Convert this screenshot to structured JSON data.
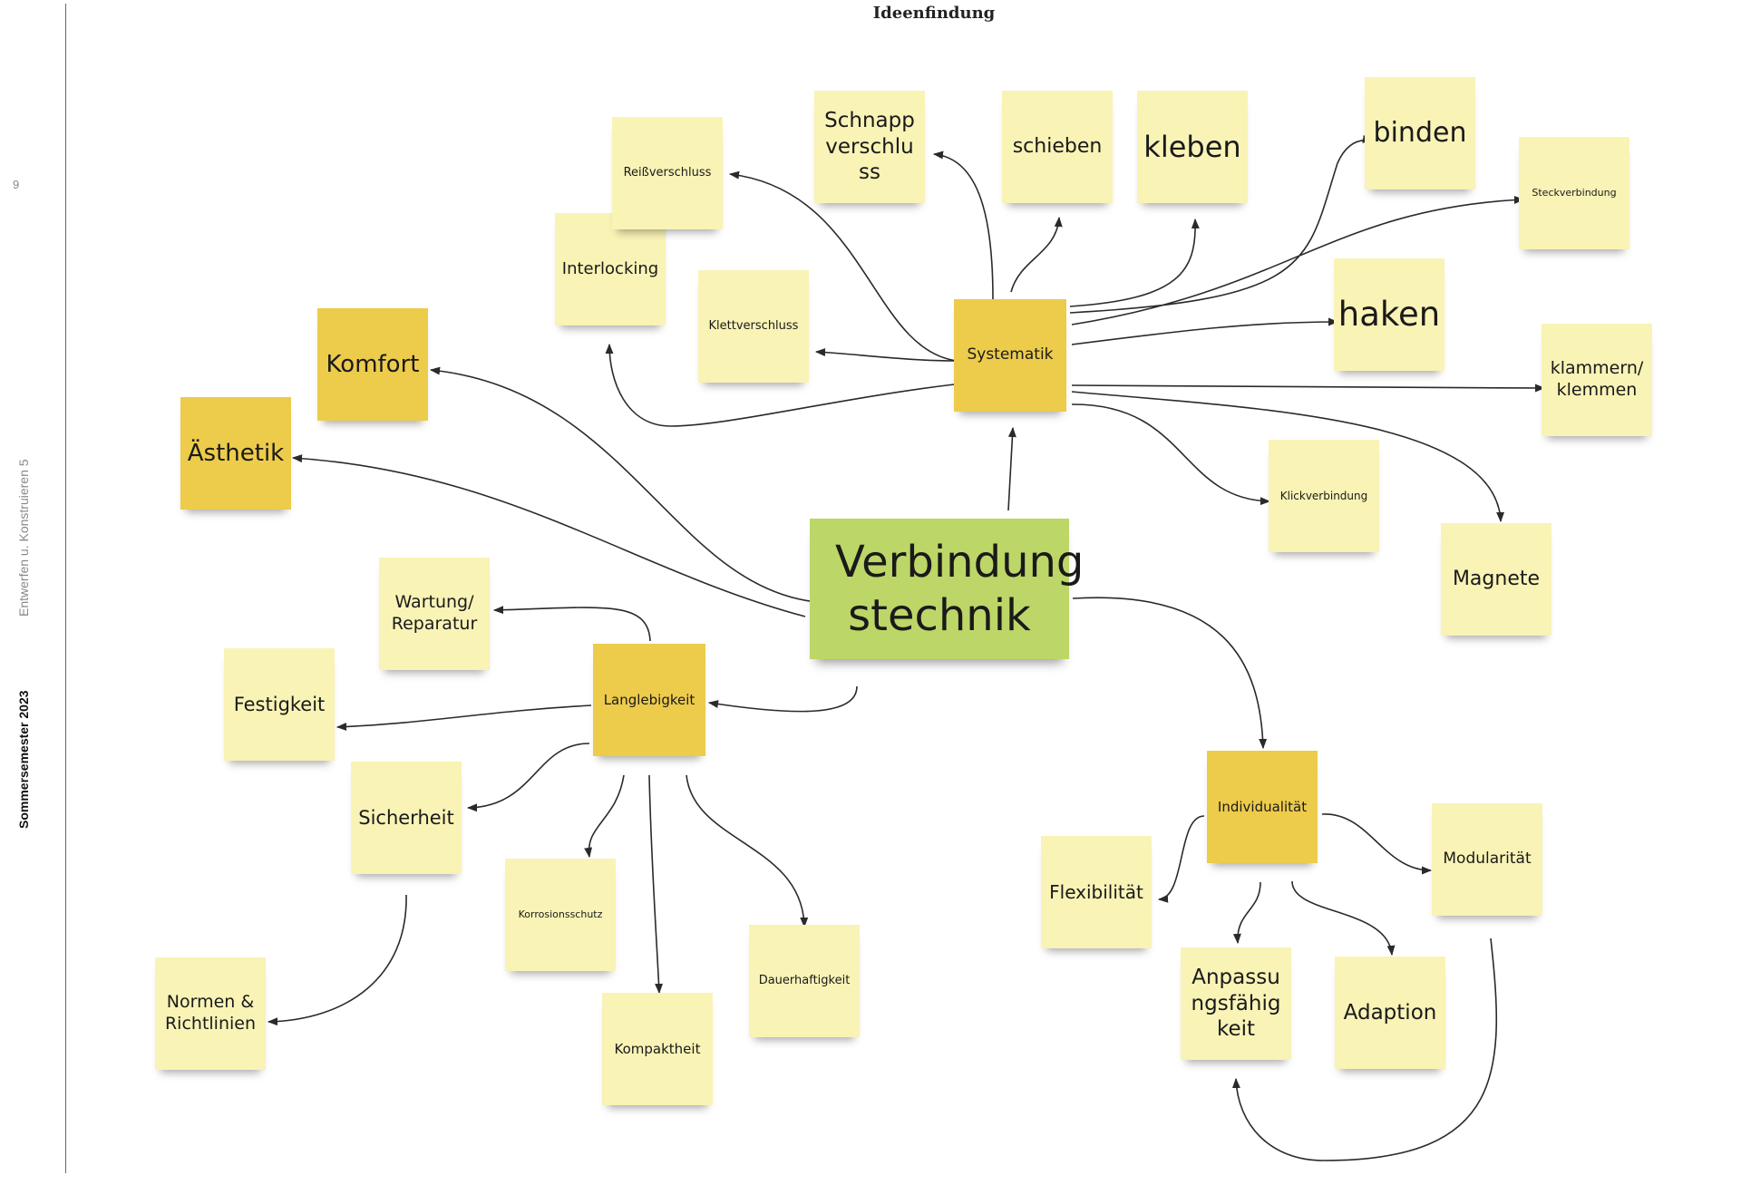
{
  "header": {
    "title": "Ideenfindung"
  },
  "margin": {
    "page_number": "9",
    "course": "Entwerfen u. Konstruieren 5",
    "semester": "Sommersemester 2023"
  },
  "colors": {
    "light_note": "#f9f3b6",
    "category_note": "#edcb4b",
    "central_note": "#bdd668",
    "arrow": "#2a2a2a"
  },
  "mindmap": {
    "center": "Verbindung stechnik",
    "categories": {
      "systematik": "Systematik",
      "langlebigkeit": "Langlebigkeit",
      "individualitaet": "Individualität",
      "komfort": "Komfort",
      "aesthetik": "Ästhetik"
    },
    "systematik_items": {
      "reissverschluss": "Reißverschluss",
      "schnappverschluss": "Schnapp verschlu ss",
      "schieben": "schieben",
      "kleben": "kleben",
      "binden": "binden",
      "steckverbindung": "Steckverbindung",
      "interlocking": "Interlocking",
      "klettverschluss": "Klettverschluss",
      "haken": "haken",
      "klammern": "klammern/ klemmen",
      "klickverbindung": "Klickverbindung",
      "magnete": "Magnete"
    },
    "langlebigkeit_items": {
      "wartung": "Wartung/ Reparatur",
      "festigkeit": "Festigkeit",
      "sicherheit": "Sicherheit",
      "korrosionsschutz": "Korrosionsschutz",
      "kompaktheit": "Kompaktheit",
      "dauerhaftigkeit": "Dauerhaftigkeit",
      "normen": "Normen & Richtlinien"
    },
    "individualitaet_items": {
      "flexibilitaet": "Flexibilität",
      "anpassungsfaehigkeit": "Anpassu ngsfähig keit",
      "adaption": "Adaption",
      "modularitaet": "Modularität"
    }
  }
}
